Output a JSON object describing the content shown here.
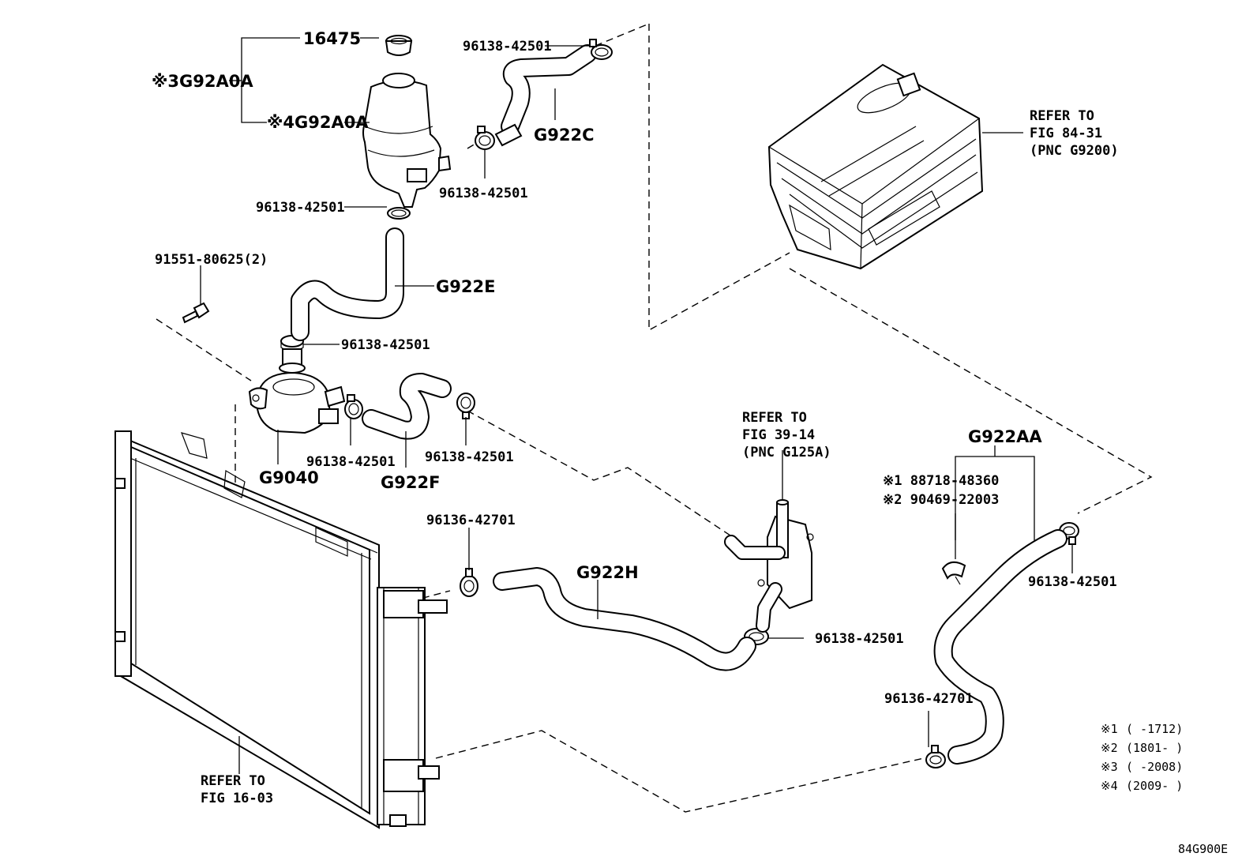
{
  "labels": {
    "p16475": "16475",
    "g92a0a_3": "※3G92A0A",
    "g92a0a_4": "※4G92A0A",
    "clamp_top": "96138-42501",
    "g922c": "G922C",
    "clamp_mid": "96138-42501",
    "clamp_tank": "96138-42501",
    "bolt": "91551-80625(2)",
    "g922e": "G922E",
    "clamp_pump_top": "96138-42501",
    "g9040": "G9040",
    "clamp_pump_out": "96138-42501",
    "g922f": "G922F",
    "clamp_f": "96138-42501",
    "refer_inverter_1": "REFER TO",
    "refer_inverter_2": "FIG 84-31",
    "refer_inverter_3": "(PNC G9200)",
    "refer_oilcooler_1": "REFER TO",
    "refer_oilcooler_2": "FIG 39-14",
    "refer_oilcooler_3": "(PNC G125A)",
    "clamp_96136_left": "96136-42701",
    "g922h": "G922H",
    "clamp_h": "96138-42501",
    "g922aa": "G922AA",
    "note1_part": "※1 88718-48360",
    "note2_part": "※2 90469-22003",
    "clamp_aa_top": "96138-42501",
    "clamp_96136_right": "96136-42701",
    "refer_radiator_1": "REFER TO",
    "refer_radiator_2": "FIG 16-03",
    "diagram_code": "84G900E"
  },
  "legend": [
    {
      "mark": "※1",
      "range": "(        -1712)"
    },
    {
      "mark": "※2",
      "range": "(1801-        )"
    },
    {
      "mark": "※3",
      "range": "(        -2008)"
    },
    {
      "mark": "※4",
      "range": "(2009-        )"
    }
  ]
}
